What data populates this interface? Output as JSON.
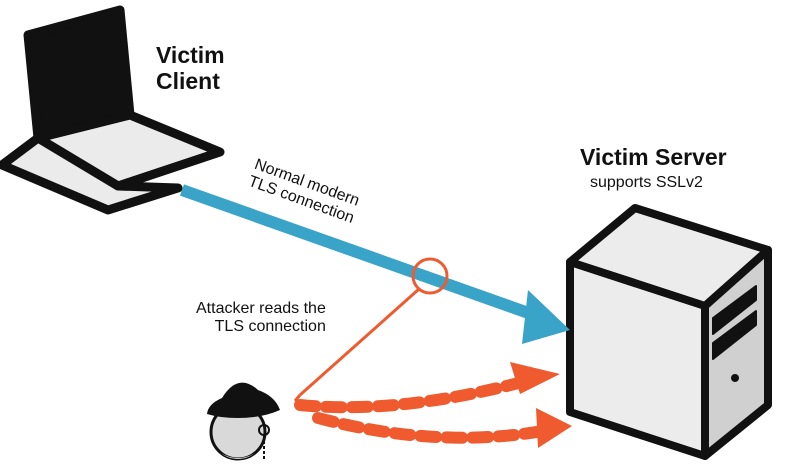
{
  "client": {
    "title_line1": "Victim",
    "title_line2": "Client"
  },
  "server": {
    "title": "Victim Server",
    "subtitle": "supports SSLv2"
  },
  "connection": {
    "label_line1": "Normal modern",
    "label_line2": "TLS connection"
  },
  "attacker": {
    "label_line1": "Attacker reads the",
    "label_line2": "TLS connection"
  },
  "colors": {
    "outline": "#111111",
    "tls_arrow": "#3aa3c8",
    "attack": "#ef5a2f",
    "screen_fill": "#ebebeb",
    "server_fill": "#ececec",
    "face": "#d9d9d9"
  },
  "icons": [
    "laptop-icon",
    "server-tower-icon",
    "spy-hat-icon"
  ]
}
